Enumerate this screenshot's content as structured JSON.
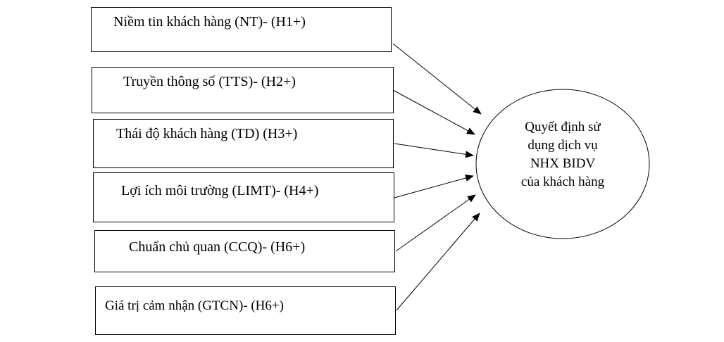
{
  "factors": [
    {
      "label": "Niềm tin khách hàng (NT)-  (H1+)"
    },
    {
      "label": "Truyền thông số (TTS)-  (H2+)"
    },
    {
      "label": "Thái độ khách hàng (TD) (H3+)"
    },
    {
      "label": "Lợi ích môi trường (LIMT)- (H4+)"
    },
    {
      "label": "Chuẩn chủ quan (CCQ)- (H6+)"
    },
    {
      "label": "Giá trị cảm nhận (GTCN)-  (H6+)"
    }
  ],
  "outcome": {
    "lines": [
      "Quyết định sử",
      "dụng dịch vụ",
      "NHX BIDV",
      "của khách hàng"
    ]
  },
  "colors": {
    "stroke": "#000000",
    "background": "#ffffff"
  }
}
